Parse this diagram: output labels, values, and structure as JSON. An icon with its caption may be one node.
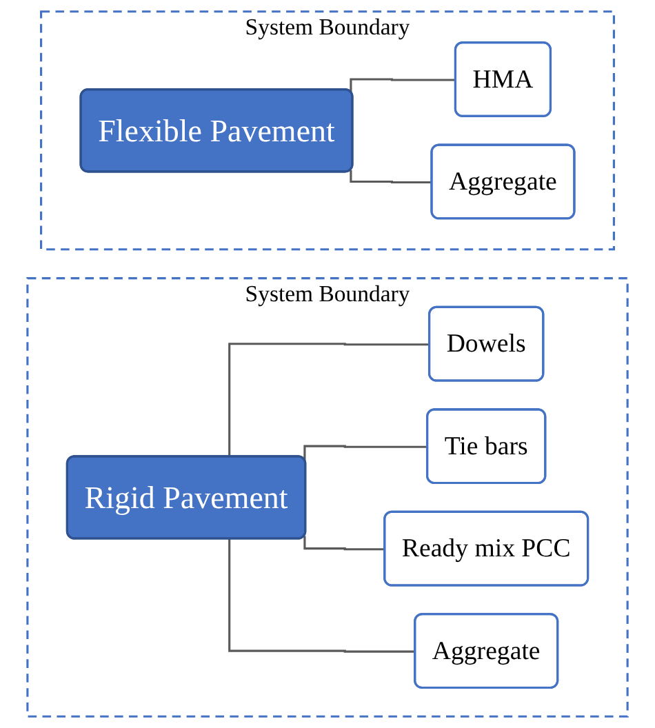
{
  "diagram": {
    "nodes": [
      {
        "text": [
          "System Boundary"
        ]
      },
      {
        "text": [
          "Rigid Pavement"
        ],
        "in": 0
      },
      {
        "text": [
          "Dowels"
        ],
        "in": 0
      },
      {
        "text": [
          "Tie bars"
        ],
        "in": 0
      },
      {
        "text": [
          "Ready mix PCC"
        ],
        "in": 0
      },
      {
        "text": [
          "Aggregate"
        ],
        "in": 0
      },
      {
        "text": [
          "System Boundary"
        ]
      },
      {
        "text": [
          "Flexible Pavement"
        ],
        "in": 6
      },
      {
        "text": [
          "HMA"
        ],
        "in": 6
      },
      {
        "text": [
          "Aggregate"
        ],
        "in": 6
      }
    ],
    "edges": [
      {
        "from": 1,
        "to": 2,
        "arrow": "none"
      },
      {
        "from": 1,
        "to": 3,
        "arrow": "none"
      },
      {
        "from": 1,
        "to": 4,
        "arrow": "none"
      },
      {
        "from": 1,
        "to": 5,
        "arrow": "none"
      },
      {
        "from": 7,
        "to": 8,
        "arrow": "none"
      },
      {
        "from": 7,
        "to": 9,
        "arrow": "none"
      }
    ]
  }
}
